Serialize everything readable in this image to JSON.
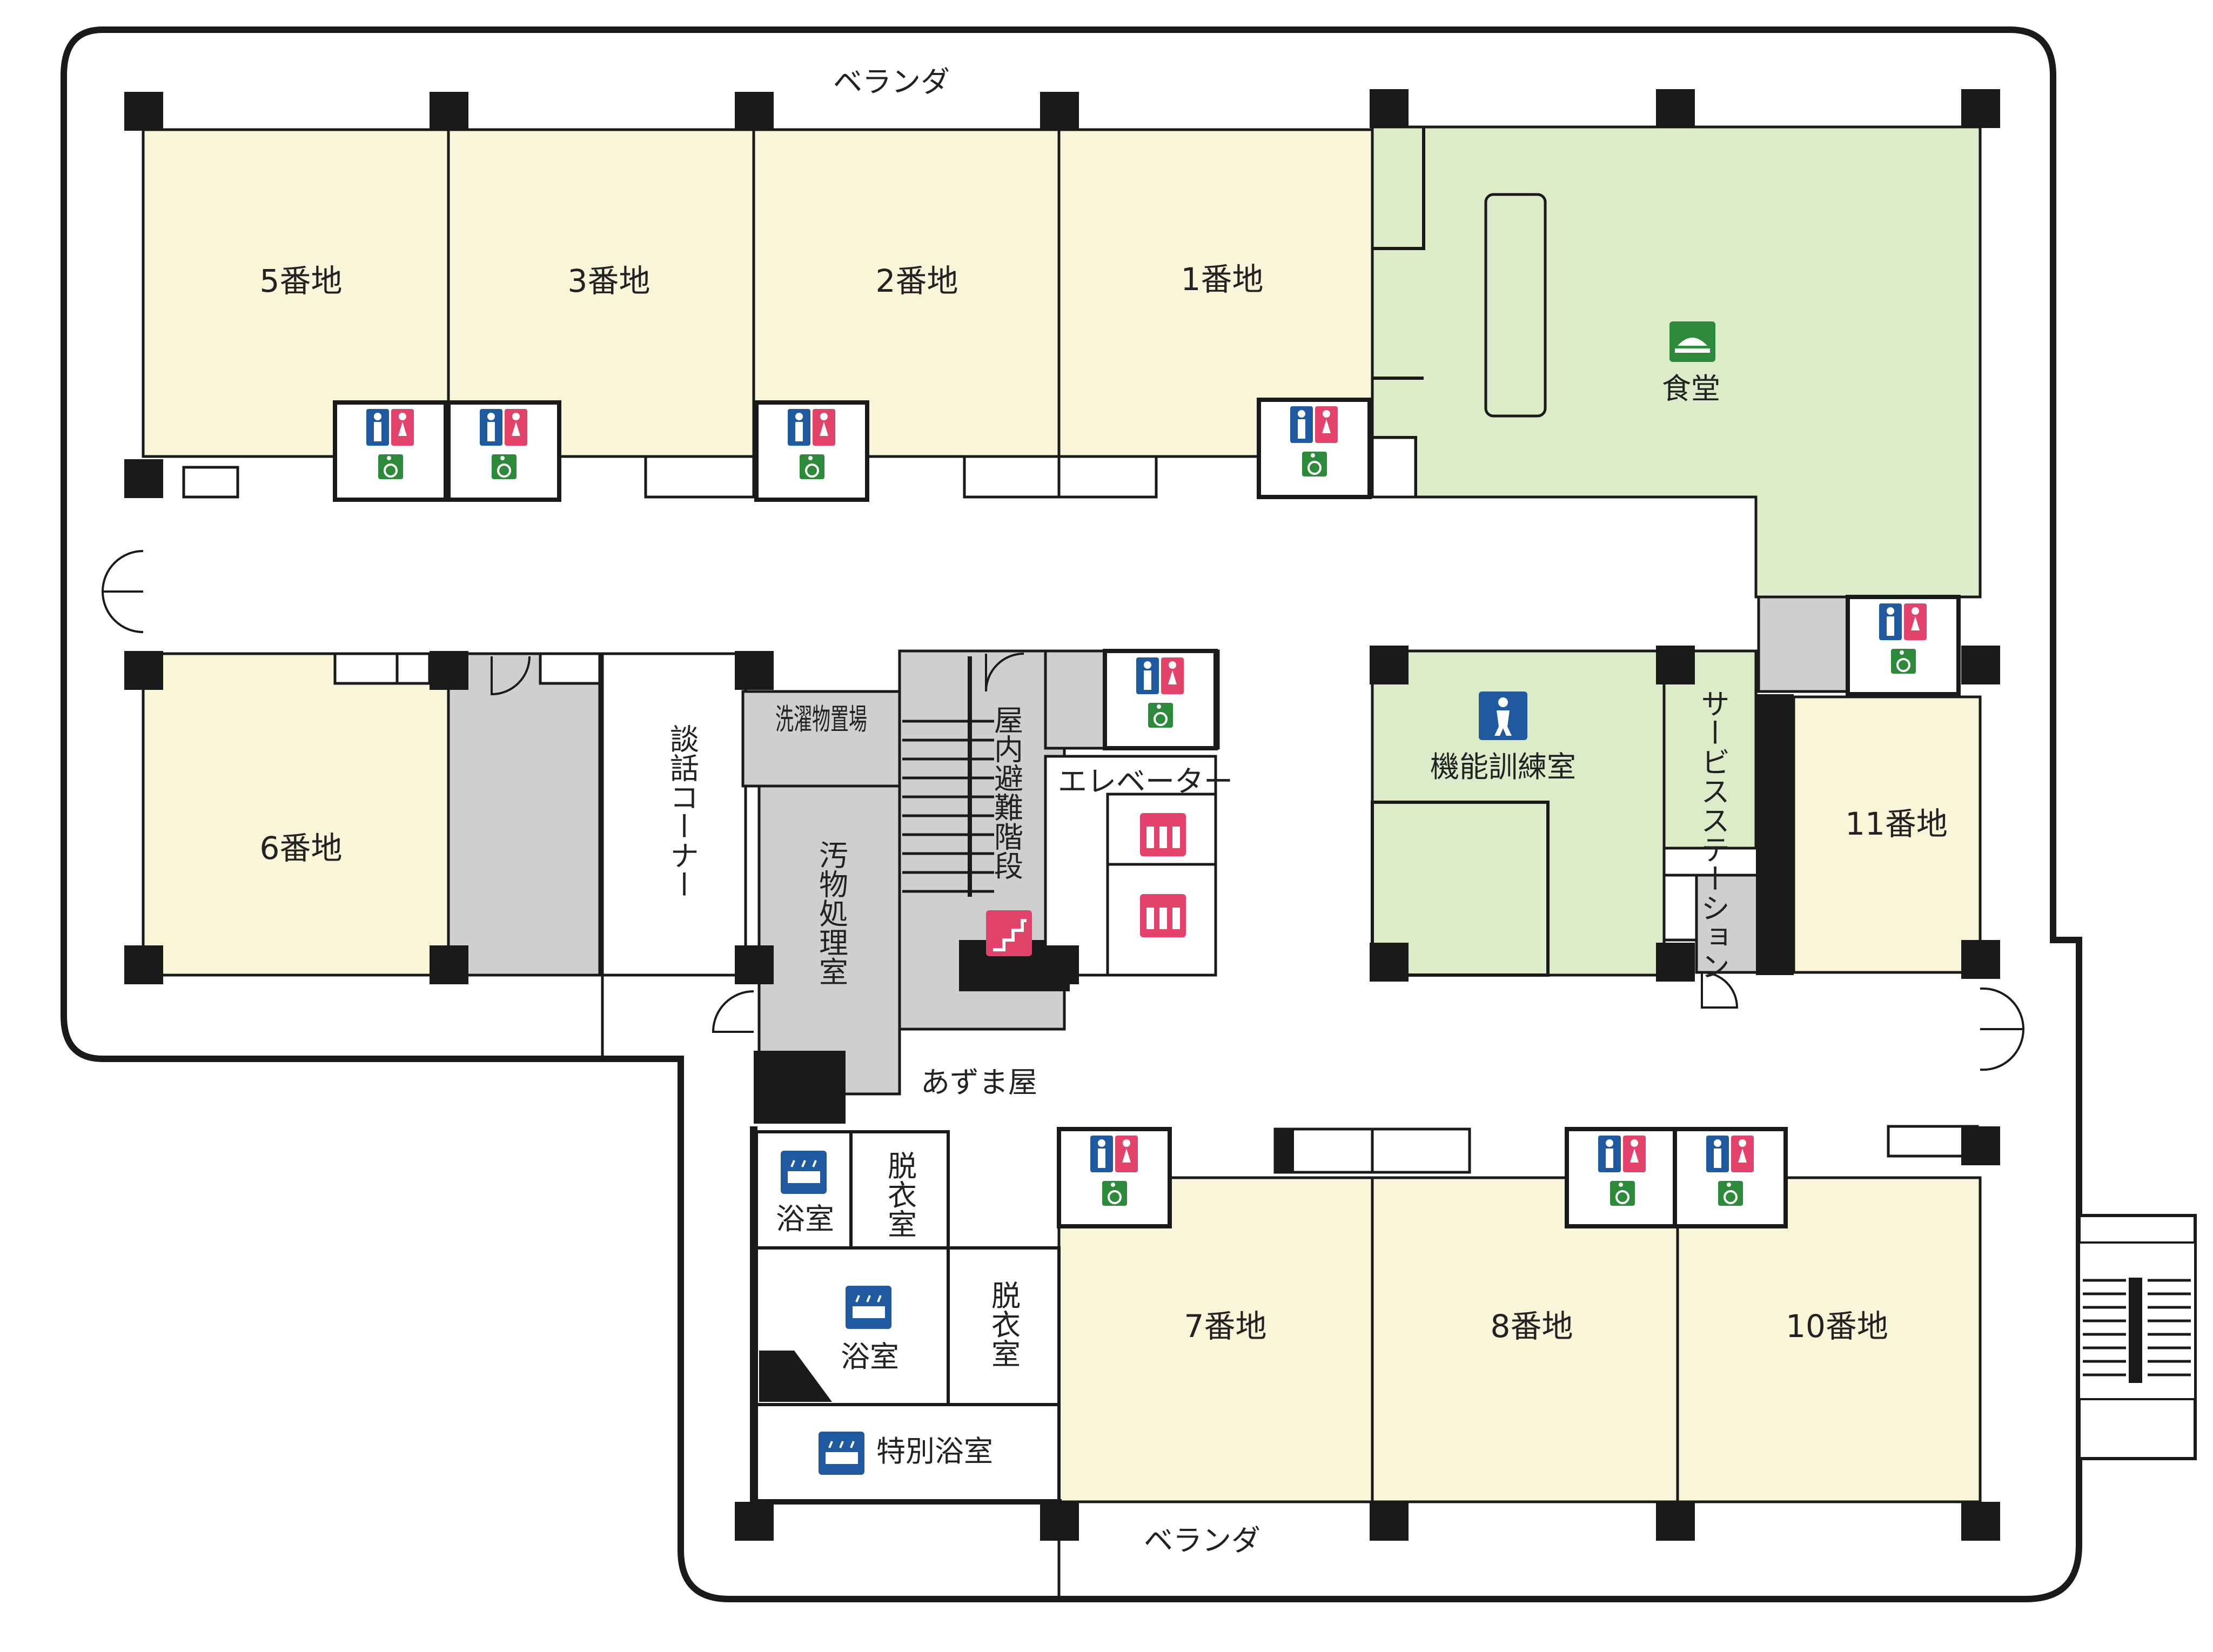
{
  "colors": {
    "room_yellow": "#f8f5d8",
    "room_green": "#dcebc8",
    "gray": "#cfcfd1",
    "wall": "#1a1a1a",
    "icon_blue": "#1f5aa0",
    "icon_pink": "#e3436b",
    "icon_green": "#2d8a3a"
  },
  "labels": {
    "veranda_top": "ベランダ",
    "veranda_bottom": "ベランダ",
    "room5": "5番地",
    "room3": "3番地",
    "room2": "2番地",
    "room1": "1番地",
    "room6": "6番地",
    "room7": "7番地",
    "room8": "8番地",
    "room10": "10番地",
    "room11": "11番地",
    "dining": "食堂",
    "training": "機能訓練室",
    "service_station": "サービスステーション",
    "laundry": "洗濯物置場",
    "lounge": "談話コーナー",
    "waste": "汚物処理室",
    "stairs": "屋内避難階段",
    "elevator": "エレベーター",
    "azumaya": "あずま屋",
    "bath1": "浴室",
    "bath2": "浴室",
    "changing1": "脱衣室",
    "changing2": "脱衣室",
    "special_bath": "特別浴室"
  },
  "icons": [
    "restroom-icon",
    "wheelchair-icon",
    "dining-icon",
    "training-icon",
    "stairs-icon",
    "elevator-icon",
    "bath-icon"
  ]
}
